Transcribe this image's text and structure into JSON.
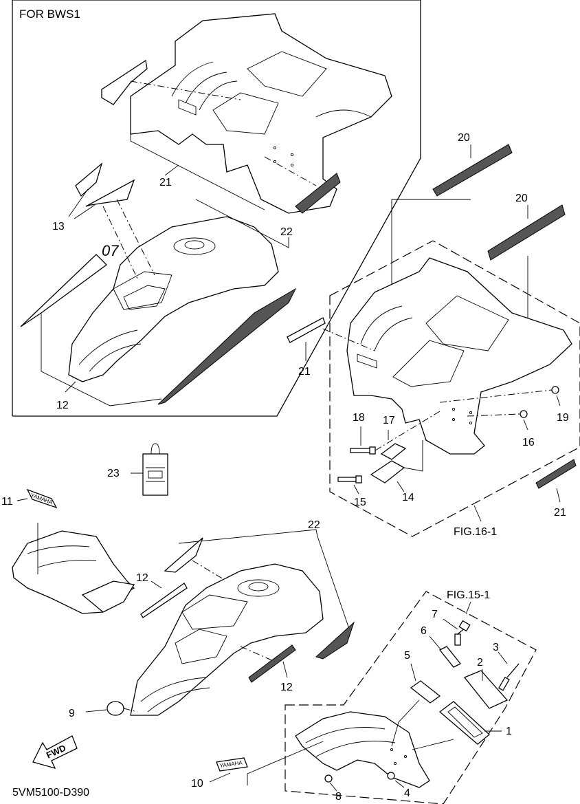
{
  "title": "FOR BWS1",
  "diagram_code": "5VM5100-D390",
  "fwd_label": "FWD",
  "brand_label": "YAMAHA",
  "figure_refs": {
    "fig16": "FIG.16-1",
    "fig15": "FIG.15-1"
  },
  "callouts": {
    "c1": "1",
    "c2": "2",
    "c3": "3",
    "c4": "4",
    "c5": "5",
    "c6": "6",
    "c7": "7",
    "c8": "8",
    "c9": "9",
    "c10": "10",
    "c11": "11",
    "c12a": "12",
    "c12b": "12",
    "c12c": "12",
    "c13": "13",
    "c14": "14",
    "c15": "15",
    "c16": "16",
    "c17": "17",
    "c18": "18",
    "c19": "19",
    "c20a": "20",
    "c20b": "20",
    "c21a": "21",
    "c21b": "21",
    "c21c": "21",
    "c22a": "22",
    "c22b": "22",
    "c23": "23"
  }
}
